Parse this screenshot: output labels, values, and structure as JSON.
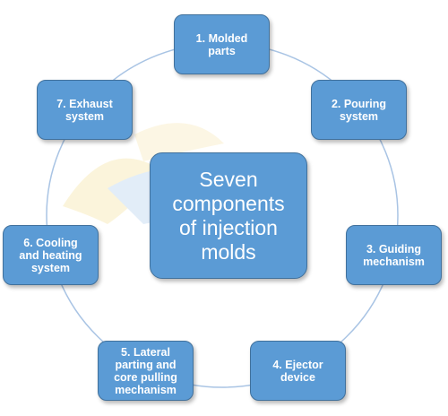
{
  "diagram": {
    "center_label": "Seven\ncomponents\nof injection\nmolds",
    "nodes": [
      {
        "label": "1. Molded\nparts"
      },
      {
        "label": "2. Pouring\nsystem"
      },
      {
        "label": "3. Guiding\nmechanism"
      },
      {
        "label": "4. Ejector\ndevice"
      },
      {
        "label": "5. Lateral\nparting and\ncore pulling\nmechanism"
      },
      {
        "label": "6. Cooling\nand heating\nsystem"
      },
      {
        "label": "7. Exhaust\nsystem"
      }
    ]
  },
  "colors": {
    "box_fill": "#5b9bd5",
    "box_border": "#41719c",
    "ring": "#a9c4e4",
    "text": "#ffffff"
  }
}
